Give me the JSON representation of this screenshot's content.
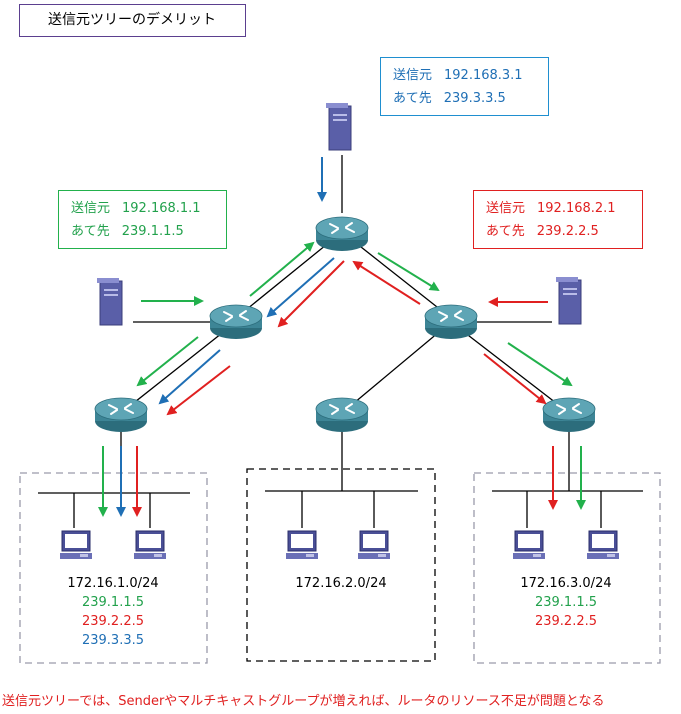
{
  "title": "送信元ツリーのデメリット",
  "sources": {
    "s3": {
      "label1": "送信元",
      "value1": "192.168.3.1",
      "label2": "あて先",
      "value2": "239.3.3.5",
      "color": "#1f6fb5"
    },
    "s1": {
      "label1": "送信元",
      "value1": "192.168.1.1",
      "label2": "あて先",
      "value2": "239.1.1.5",
      "color": "#22a14c"
    },
    "s2": {
      "label1": "送信元",
      "value1": "192.168.2.1",
      "label2": "あて先",
      "value2": "239.2.2.5",
      "color": "#e02020"
    }
  },
  "networks": {
    "net1": {
      "subnet": "172.16.1.0/24",
      "groups": [
        "239.1.1.5",
        "239.2.2.5",
        "239.3.3.5"
      ]
    },
    "net2": {
      "subnet": "172.16.2.0/24",
      "groups": []
    },
    "net3": {
      "subnet": "172.16.3.0/24",
      "groups": [
        "239.1.1.5",
        "239.2.2.5"
      ]
    }
  },
  "footer": "送信元ツリーでは、Senderやマルチキャストグループが増えれば、ルータのリソース不足が問題となる",
  "colors": {
    "green": "#22b14c",
    "red": "#e02020",
    "blue": "#1f6fb5",
    "router": "#3d8596"
  }
}
